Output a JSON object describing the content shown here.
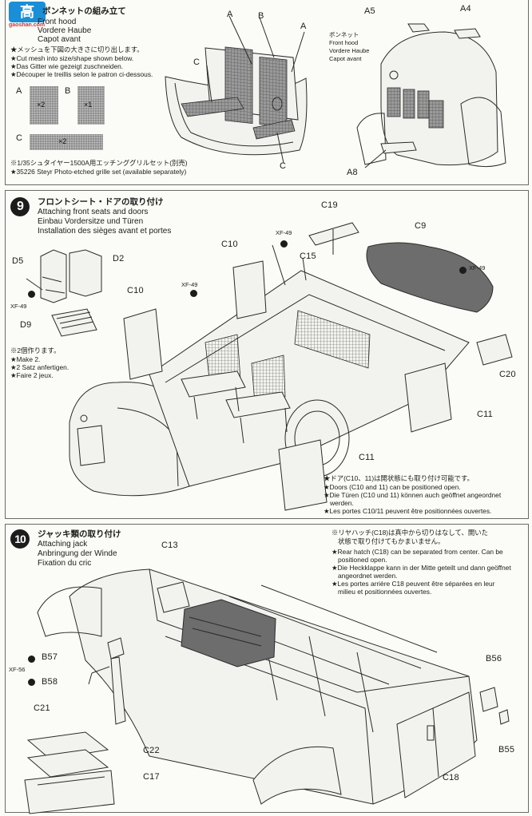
{
  "watermark": {
    "text": "高",
    "sub": "gaoshan.com"
  },
  "step8": {
    "header": "ボンネットの組み立て",
    "title_en": "Front hood",
    "title_de": "Vordere Haube",
    "title_fr": "Capot avant",
    "notes": [
      "★メッシュを下図の大きさに切り出します。",
      "★Cut mesh into size/shape shown below.",
      "★Das Gitter wie gezeigt zuschneiden.",
      "★Découper le treillis selon le patron ci-dessous."
    ],
    "mesh_labels": {
      "a": "A",
      "b": "B",
      "c": "C",
      "a_count": "×2",
      "b_count": "×1",
      "c_count": "×2"
    },
    "footnote_jp": "※1/35シュタイヤー1500A用エッチンググリルセット(別売)",
    "footnote_en": "★35226 Steyr Photo-etched grille set (available separately)",
    "part_labels": {
      "a1": "A",
      "b1": "B",
      "a2": "A",
      "c1": "C",
      "c2": "C",
      "a5": "A5",
      "a4": "A4",
      "a8": "A8"
    },
    "callout_jp": "ボンネット",
    "callout_en": "Front hood",
    "callout_de": "Vordere Haube",
    "callout_fr": "Capot avant"
  },
  "step9": {
    "number": "9",
    "header": "フロントシート・ドアの取り付け",
    "title_en": "Attaching front seats and doors",
    "title_de": "Einbau Vordersitze und Türen",
    "title_fr": "Installation des sièges avant et portes",
    "parts": {
      "d5": "D5",
      "d2": "D2",
      "d9": "D9",
      "c10a": "C10",
      "c10b": "C10",
      "c15": "C15",
      "c19": "C19",
      "c9": "C9",
      "c20": "C20",
      "c11a": "C11",
      "c11b": "C11"
    },
    "paints": {
      "xf49a": "XF-49",
      "xf49b": "XF-49",
      "xf49c": "XF-49",
      "xf49d": "XF-49"
    },
    "make2": [
      "※2個作ります。",
      "★Make 2.",
      "★2 Satz anfertigen.",
      "★Faire 2 jeux."
    ],
    "door_notes": [
      "★ドア(C10、11)は開状態にも取り付け可能です。",
      "★Doors (C10 and 11) can be positioned open.",
      "★Die Türen (C10 und 11) können auch geöffnet angeordnet",
      "werden.",
      "★Les portes C10/11 peuvent être positionnées ouvertes."
    ]
  },
  "step10": {
    "number": "10",
    "header": "ジャッキ類の取り付け",
    "title_en": "Attaching jack",
    "title_de": "Anbringung der Winde",
    "title_fr": "Fixation du cric",
    "parts": {
      "c13": "C13",
      "b57": "B57",
      "b58": "B58",
      "b56": "B56",
      "b55": "B55",
      "c21": "C21",
      "c22": "C22",
      "c17": "C17",
      "c18": "C18"
    },
    "paints": {
      "xf56": "XF-56"
    },
    "hatch_notes": [
      "※リヤハッチ(C18)は真中から切りはなして、開いた",
      "状態で取り付けてもかまいません。",
      "★Rear hatch (C18) can be separated from center. Can be",
      "positioned open.",
      "★Die Heckklappe kann in der Mitte geteilt und dann geöffnet",
      "angeordnet werden.",
      "★Les portes arrière C18 peuvent être séparées en leur",
      "milieu et positionnées ouvertes."
    ]
  }
}
